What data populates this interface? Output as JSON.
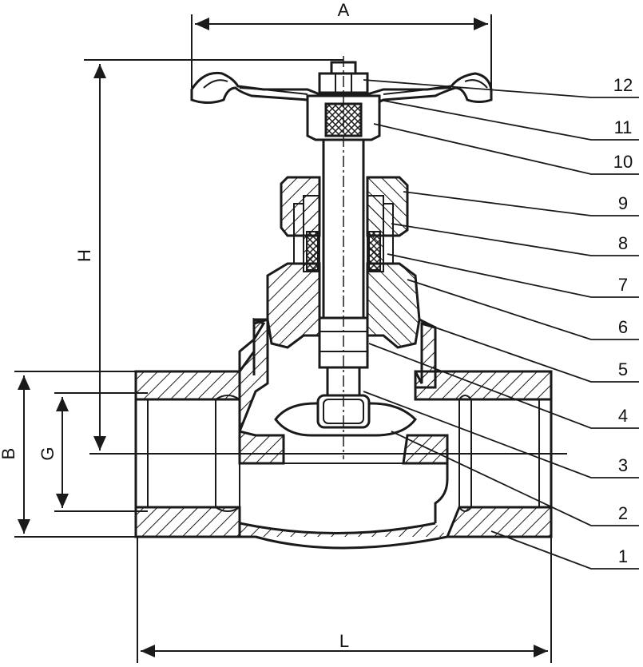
{
  "diagram": {
    "dimension_labels": {
      "A": "A",
      "H": "H",
      "B": "B",
      "G": "G",
      "L": "L"
    },
    "part_numbers": [
      "12",
      "11",
      "10",
      "9",
      "8",
      "7",
      "6",
      "5",
      "4",
      "3",
      "2",
      "1"
    ],
    "colors": {
      "ink": "#1a1a1a",
      "background": "#ffffff",
      "hatch": "#1a1a1a"
    }
  }
}
